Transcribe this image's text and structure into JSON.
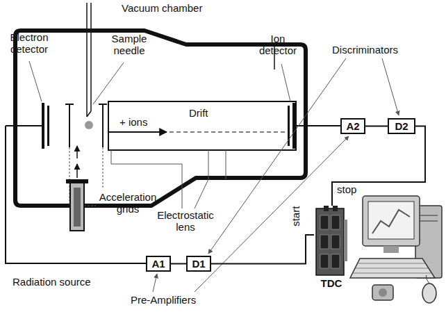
{
  "diagram": {
    "nodes": [
      {
        "text": [
          "A1"
        ]
      },
      {
        "text": [
          "D1"
        ]
      },
      {
        "text": [
          "TDC"
        ]
      },
      {
        "text": [
          "A2"
        ]
      },
      {
        "text": [
          "D2"
        ]
      }
    ],
    "edges": [
      {
        "from": 0,
        "to": 1,
        "arrow": "none"
      },
      {
        "from": 1,
        "to": 2,
        "arrow": "none",
        "label": "start"
      },
      {
        "from": 3,
        "to": 4,
        "arrow": "none"
      },
      {
        "from": 4,
        "to": 2,
        "arrow": "none",
        "label": "stop"
      }
    ],
    "labels": [
      "Vacuum chamber",
      "Electron detector",
      "Sample needle",
      "Ion detector",
      "Discriminators",
      "Drift",
      "+ ions",
      "Electrostatic lens",
      "Acceleration grids",
      "Radiation source",
      "Pre-Amplifiers"
    ]
  }
}
